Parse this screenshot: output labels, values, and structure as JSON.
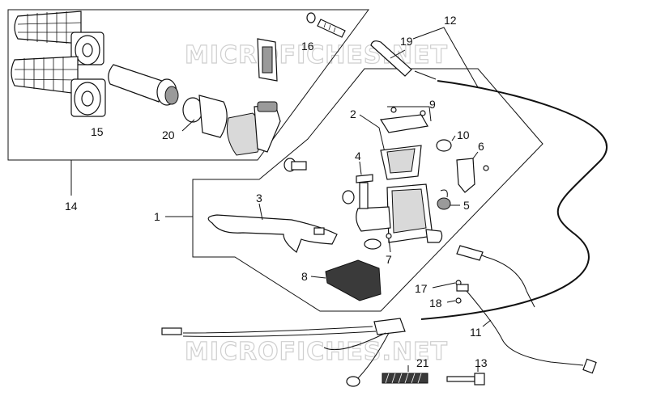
{
  "watermarks": [
    "MICROFICHES.NET",
    "MICROFICHES.NET"
  ],
  "callouts": {
    "c1": "1",
    "c2": "2",
    "c3": "3",
    "c4": "4",
    "c5": "5",
    "c6": "6",
    "c7": "7",
    "c8": "8",
    "c9": "9",
    "c10": "10",
    "c11": "11",
    "c12": "12",
    "c13": "13",
    "c14": "14",
    "c15": "15",
    "c16": "16",
    "c17": "17",
    "c18": "18",
    "c19": "19",
    "c20": "20",
    "c21": "21"
  },
  "colors": {
    "line": "#111111",
    "watermark": "#cfcfcf",
    "background": "#ffffff"
  }
}
